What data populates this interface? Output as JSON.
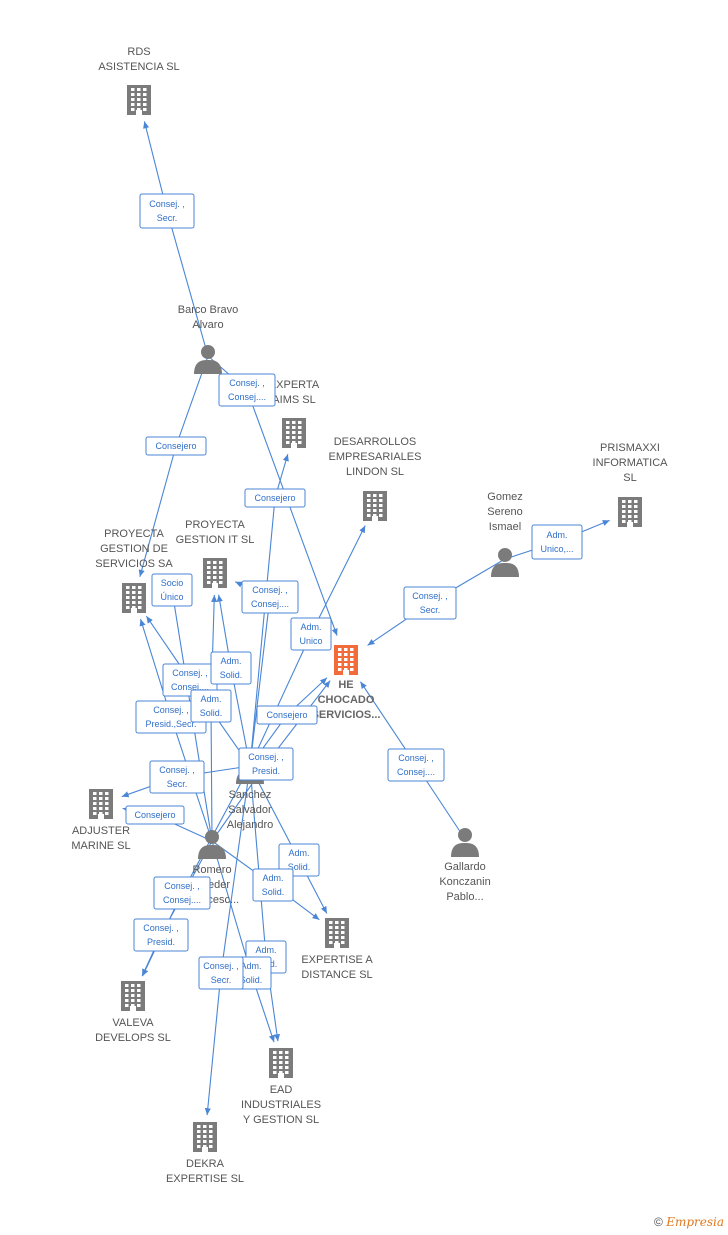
{
  "colors": {
    "edge": "#4a86d6",
    "company": "#7b7b7b",
    "main_company": "#f26b3a",
    "person": "#7b7b7b"
  },
  "nodes": [
    {
      "id": "rds",
      "type": "company",
      "label": [
        "RDS",
        "ASISTENCIA  SL"
      ]
    },
    {
      "id": "barco",
      "type": "person",
      "label": [
        "Barco Bravo",
        "Alvaro"
      ]
    },
    {
      "id": "experta",
      "type": "company",
      "label": [
        "EXPERTA",
        "AIMS  SL"
      ]
    },
    {
      "id": "desarrollos",
      "type": "company",
      "label": [
        "DESARROLLOS",
        "EMPRESARIALES",
        "LINDON SL"
      ]
    },
    {
      "id": "prismaxxi",
      "type": "company",
      "label": [
        "PRISMAXXI",
        "INFORMATICA",
        "SL"
      ]
    },
    {
      "id": "gomez",
      "type": "person",
      "label": [
        "Gomez",
        "Sereno",
        "Ismael"
      ]
    },
    {
      "id": "proyecta_gs",
      "type": "company",
      "label": [
        "PROYECTA",
        "GESTION DE",
        "SERVICIOS SA"
      ]
    },
    {
      "id": "proyecta_it",
      "type": "company",
      "label": [
        "PROYECTA",
        "GESTION IT  SL"
      ]
    },
    {
      "id": "he",
      "type": "main",
      "label": [
        "HE",
        "CHOCADO",
        "SERVICIOS..."
      ]
    },
    {
      "id": "sanchez",
      "type": "person",
      "label": [
        "Sanchez",
        "Salvador",
        "Alejandro"
      ]
    },
    {
      "id": "adjuster",
      "type": "company",
      "label": [
        "ADJUSTER",
        "MARINE  SL"
      ]
    },
    {
      "id": "romero",
      "type": "person",
      "label": [
        "Romero",
        "Tejeder",
        "Francesc..."
      ]
    },
    {
      "id": "gallardo",
      "type": "person",
      "label": [
        "Gallardo",
        "Konczanin",
        "Pablo..."
      ]
    },
    {
      "id": "expertise_d",
      "type": "company",
      "label": [
        "EXPERTISE A",
        "DISTANCE  SL"
      ]
    },
    {
      "id": "valeva",
      "type": "company",
      "label": [
        "VALEVA",
        "DEVELOPS SL"
      ]
    },
    {
      "id": "ead",
      "type": "company",
      "label": [
        "EAD",
        "INDUSTRIALES",
        "Y GESTION  SL"
      ]
    },
    {
      "id": "dekra",
      "type": "company",
      "label": [
        "DEKRA",
        "EXPERTISE  SL"
      ]
    }
  ],
  "edges": [
    {
      "from": "barco",
      "to": "rds",
      "label": [
        "Consej. ,",
        "Secr."
      ]
    },
    {
      "from": "barco",
      "to": "proyecta_gs",
      "label": [
        "Consejero"
      ]
    },
    {
      "from": "barco",
      "to": "he",
      "label": [
        "Consej. ,",
        "Consej...."
      ]
    },
    {
      "from": "gomez",
      "to": "prismaxxi",
      "label": [
        "Adm.",
        "Unico,..."
      ]
    },
    {
      "from": "gomez",
      "to": "he",
      "label": [
        "Consej. ,",
        "Secr."
      ]
    },
    {
      "from": "gallardo",
      "to": "he",
      "label": [
        "Consej. ,",
        "Consej...."
      ]
    },
    {
      "from": "sanchez",
      "to": "experta",
      "label": [
        "Consejero"
      ]
    },
    {
      "from": "sanchez",
      "to": "desarrollos",
      "label": [
        "Adm.",
        "Unico"
      ]
    },
    {
      "from": "sanchez",
      "to": "proyecta_it",
      "label": [
        "Consej. ,",
        "Consej...."
      ]
    },
    {
      "from": "sanchez",
      "to": "he",
      "label": [
        "Consejero"
      ]
    },
    {
      "from": "sanchez",
      "to": "proyecta_gs",
      "label": [
        "Consej. ,",
        "Consej...."
      ]
    },
    {
      "from": "sanchez",
      "to": "proyecta_it",
      "label": [
        "Adm.",
        "Solid."
      ]
    },
    {
      "from": "sanchez",
      "to": "adjuster",
      "label": [
        "Consej. ,",
        "Secr."
      ]
    },
    {
      "from": "sanchez",
      "to": "expertise_d",
      "label": [
        "Adm.",
        "Solid."
      ]
    },
    {
      "from": "sanchez",
      "to": "ead",
      "label": [
        "Adm.",
        "Solid."
      ]
    },
    {
      "from": "sanchez",
      "to": "valeva",
      "label": [
        "Consej. ,",
        "Consej...."
      ]
    },
    {
      "from": "romero",
      "to": "proyecta_gs",
      "label": [
        "Socio",
        "Único"
      ]
    },
    {
      "from": "romero",
      "to": "proyecta_gs",
      "label": [
        "Consej. ,",
        "Presid.,Secr."
      ]
    },
    {
      "from": "romero",
      "to": "proyecta_it",
      "label": [
        "Adm.",
        "Solid."
      ]
    },
    {
      "from": "romero",
      "to": "he",
      "label": [
        "Consej. ,",
        "Presid."
      ]
    },
    {
      "from": "romero",
      "to": "adjuster",
      "label": [
        "Consejero"
      ]
    },
    {
      "from": "romero",
      "to": "valeva",
      "label": [
        "Consej. ,",
        "Presid."
      ]
    },
    {
      "from": "romero",
      "to": "expertise_d",
      "label": [
        "Adm.",
        "Solid."
      ]
    },
    {
      "from": "romero",
      "to": "ead",
      "label": [
        "Adm.",
        "Solid."
      ]
    },
    {
      "from": "sanchez",
      "to": "dekra",
      "label": [
        "Consej. ,",
        "Secr."
      ]
    }
  ],
  "footer": {
    "copyright": "©",
    "brand": "Empresia"
  }
}
